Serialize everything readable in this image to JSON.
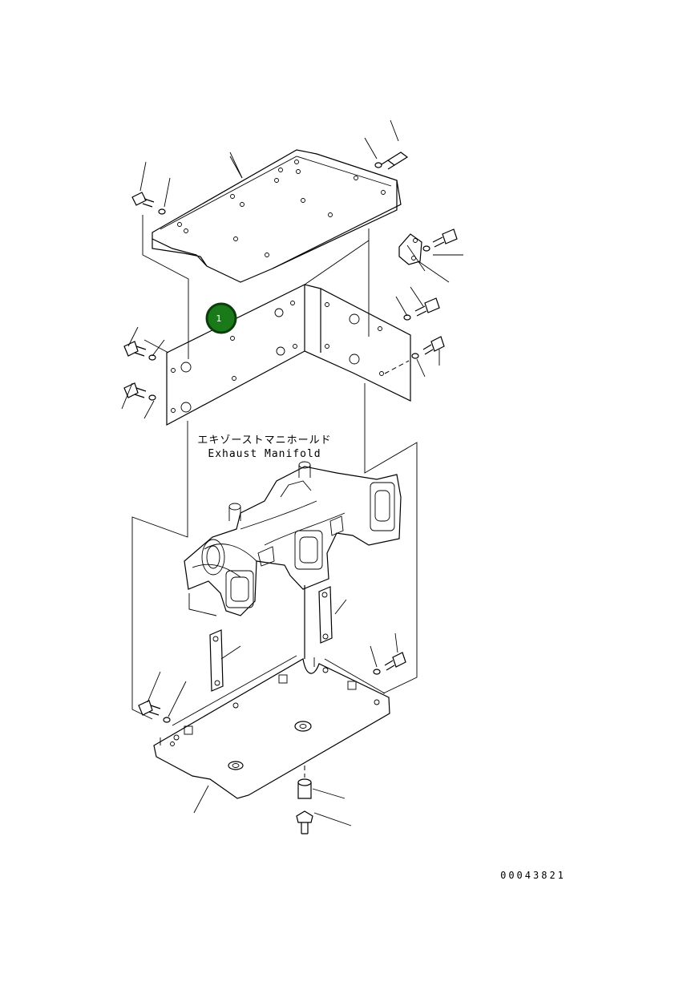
{
  "label_jp": "エキゾーストマニホールド",
  "label_en": "Exhaust Manifold",
  "drawing_code": "00043821",
  "callout": {
    "number": "1",
    "color": "#1a7a1a",
    "border": "#0b3d0b"
  },
  "icons": [
    "hex-bolt-icon",
    "washer-icon",
    "nut-icon",
    "collar-icon"
  ]
}
